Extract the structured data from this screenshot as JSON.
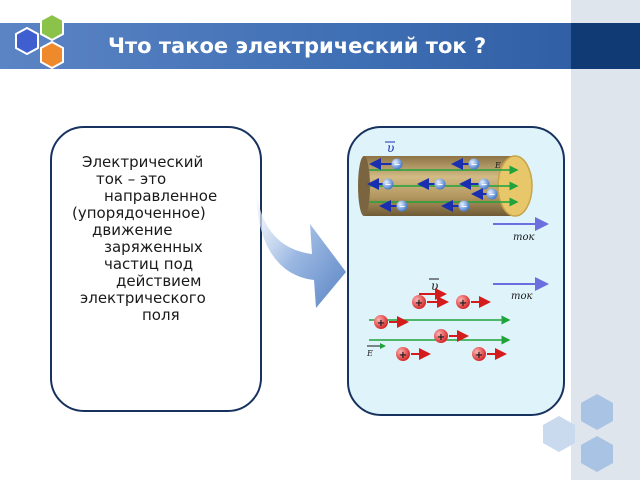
{
  "slide": {
    "title": "Что такое электрический ток ?",
    "definition_lines": [
      "Электрический",
      "ток – это",
      "направленное",
      "(упорядоченное)",
      "движение",
      "заряженных",
      "частиц под",
      "действием",
      "электрического",
      "поля"
    ]
  },
  "illustration": {
    "electron_sign": "−",
    "ion_sign": "+",
    "velocity_label": "υ",
    "field_label": "E",
    "current_label_top": "ток",
    "current_label_bottom": "ток"
  },
  "colors": {
    "title_bar": "#3f6fb4",
    "title_bar_dark": "#0f3a73",
    "panel_border": "#17325e",
    "panel_fill": "#dff3fb",
    "conductor": "#b89a5c",
    "electron": "#4b84d6",
    "ion": "#e53935",
    "field_line": "#1fa33a",
    "current_arrow": "#6a6fe0"
  }
}
